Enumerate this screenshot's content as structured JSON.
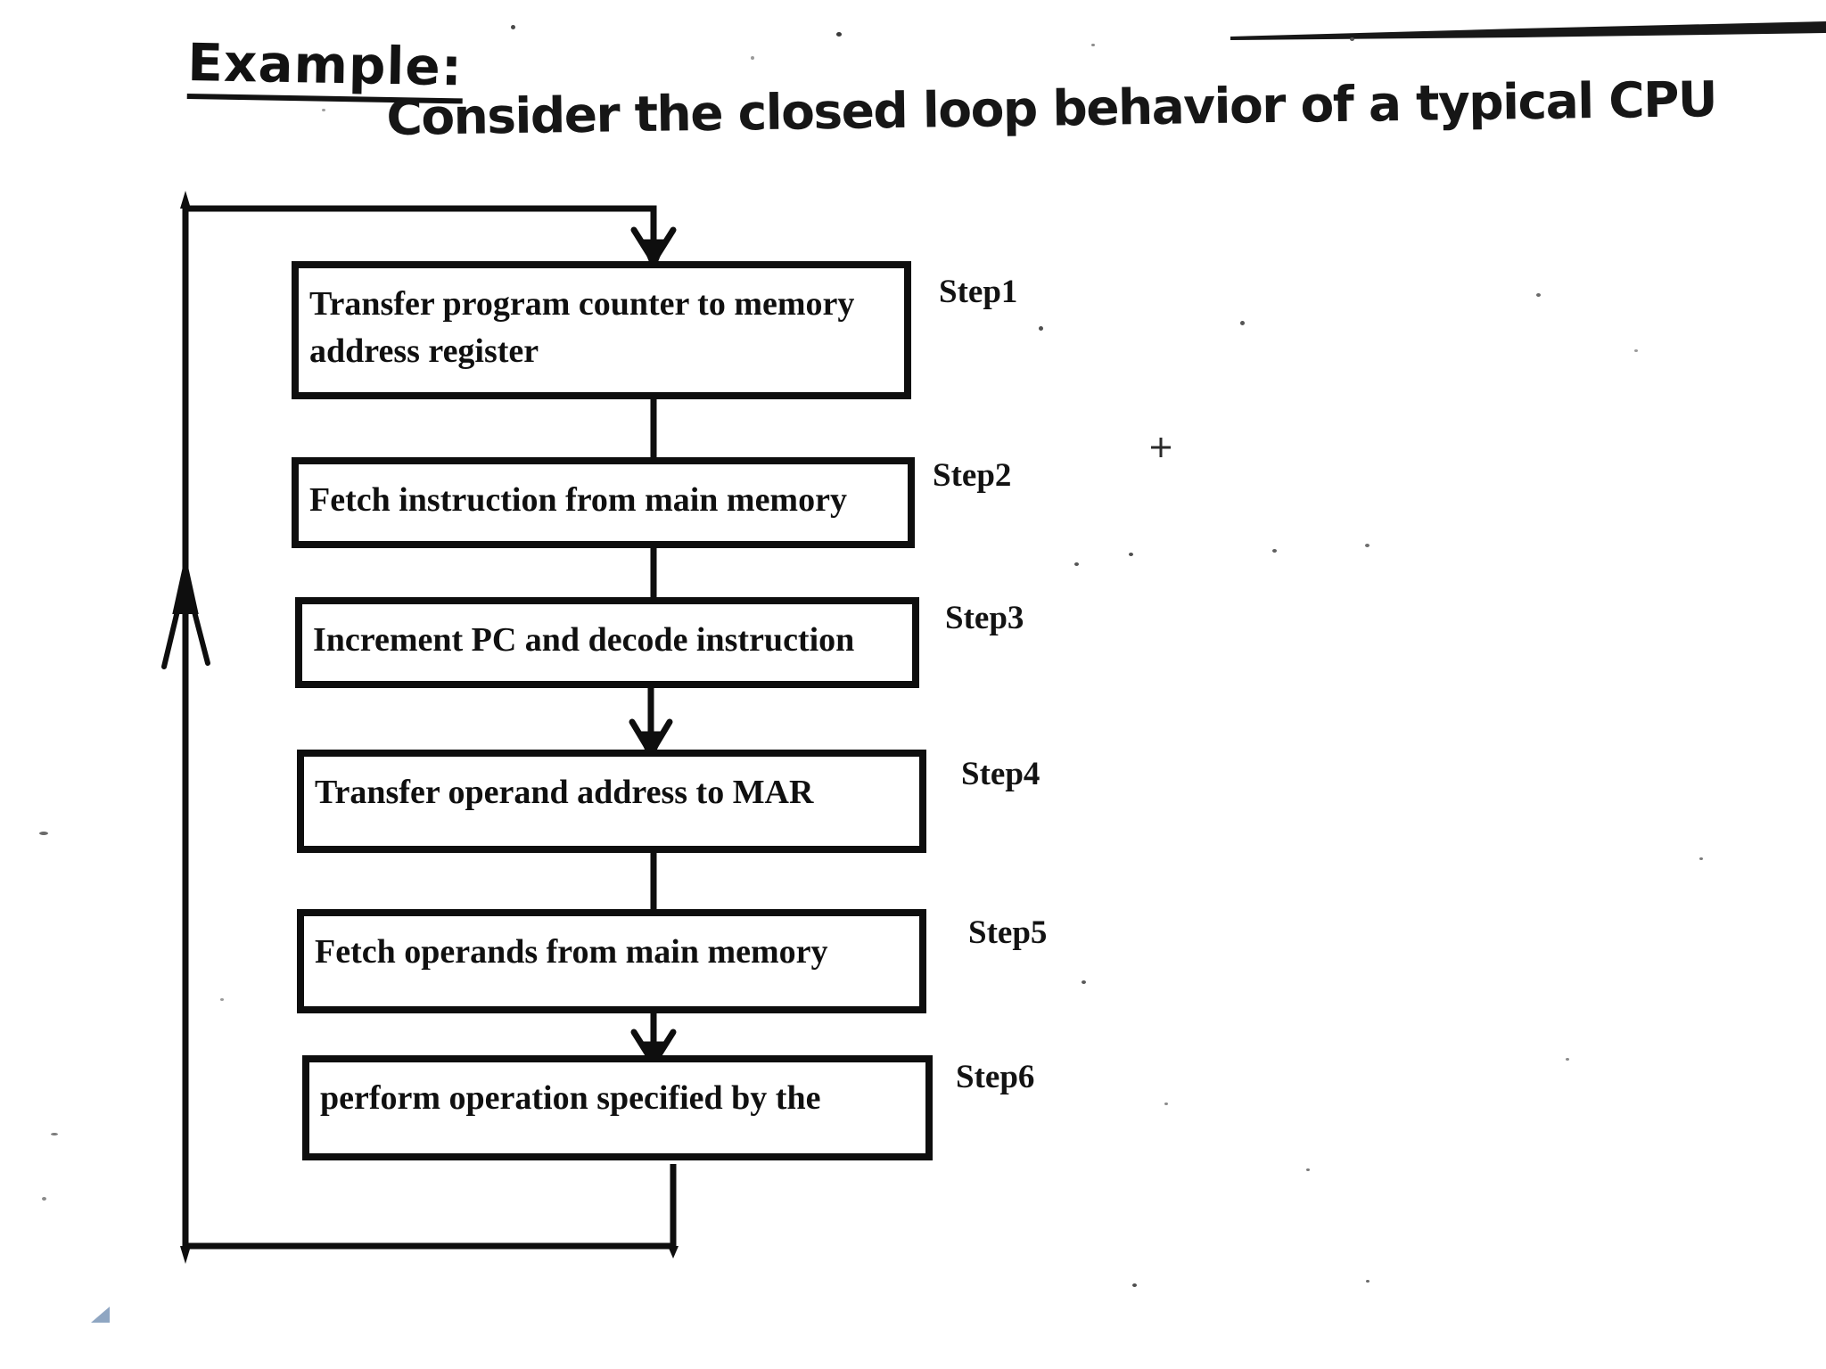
{
  "page": {
    "background": "#ffffff",
    "ink": "#141414",
    "cursor_marker_color": "#8fa6c2"
  },
  "header": {
    "title": "Example:",
    "subtitle": "Consider the closed loop behavior of a typical CPU"
  },
  "flowchart": {
    "steps": [
      {
        "box_text": "Transfer program counter to memory address register",
        "step_label": "Step1"
      },
      {
        "box_text": "Fetch instruction from main memory",
        "step_label": "Step2"
      },
      {
        "box_text": "Increment PC and decode instruction",
        "step_label": "Step3"
      },
      {
        "box_text": "Transfer operand address to MAR",
        "step_label": "Step4"
      },
      {
        "box_text": "Fetch operands from main memory",
        "step_label": "Step5"
      },
      {
        "box_text": "perform operation specified by the",
        "step_label": "Step6"
      }
    ]
  }
}
